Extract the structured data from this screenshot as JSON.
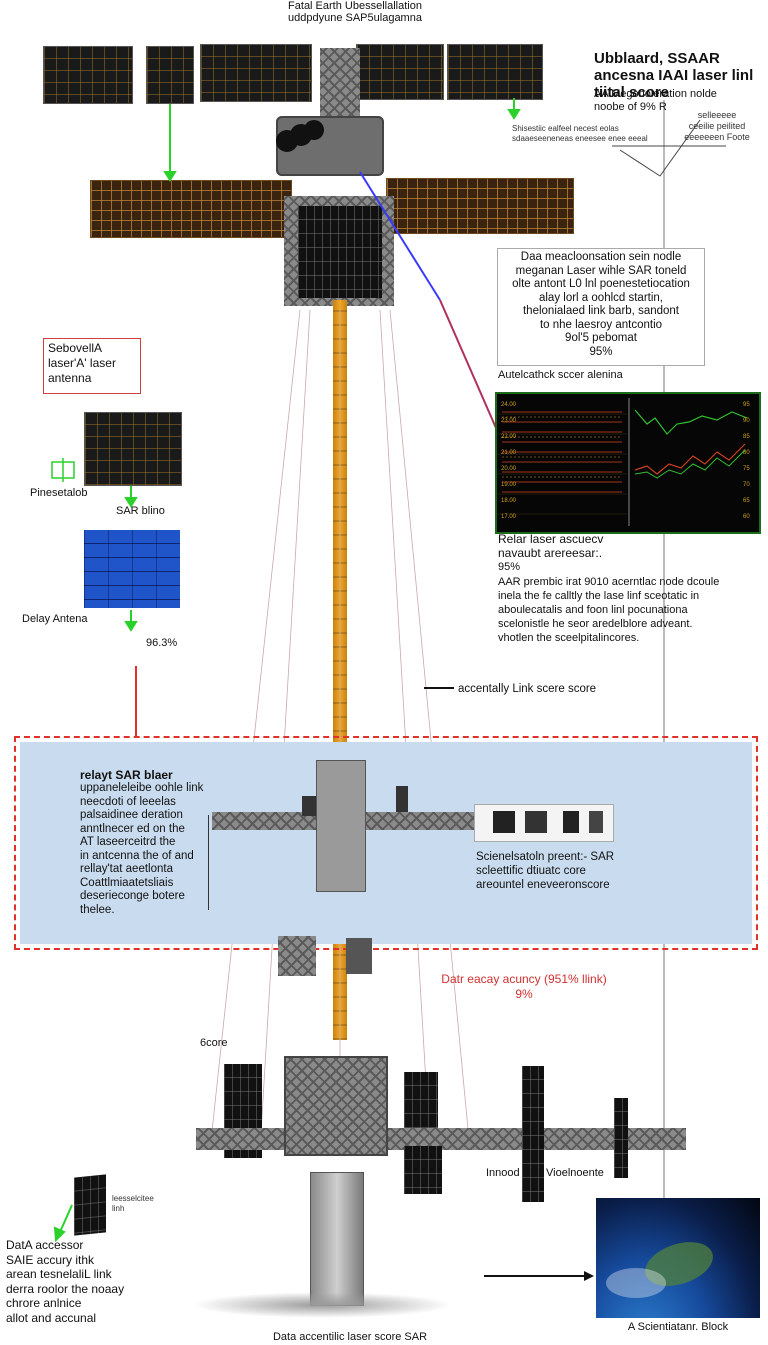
{
  "diagram": {
    "top_title": "Fatal Earth Ubessellallation\nuddpdyune SAP5ulagamna",
    "right_header": {
      "title": "Ubblaard, SSAAR ancesna\nIAAI laser linl tiital score",
      "sub": "AA Megonoleration nolde\nnoobe of 9% R"
    },
    "top_mid_notes": "Shisestiic ealfeel necest eolas\nsdaaeseeneneas eneesee enee eeeal",
    "top_right_notes": "selleeeee\nceeilie peilited\neeeeeeen Foote",
    "right_textbox": "Daa meacloonsation sein nodle\nmeganan Laser wihle SAR toneld\nolte antont L0 lnl poenestetiocation\nalay lorl a oohlcd startin,\nthelonialaed link barb, sandont\nto nhe laesroy antcontio\n9ol'5 pebomat\n95%",
    "chart_caption": "Autelcathck sccer alenina",
    "chart_tick_labels_left": [
      "24.00",
      "23.00",
      "22.00",
      "21.00",
      "20.00",
      "19.00",
      "18.00",
      "17.00"
    ],
    "chart_tick_labels_right": [
      "95",
      "90",
      "85",
      "80",
      "75",
      "70",
      "65",
      "60"
    ],
    "relay_block": {
      "title": "Relar laser ascuecv\nnavaubt arereesar:.",
      "pct": "95%",
      "body": "AAR prembic irat 9010 acerntlac node dcoule\ninela the fe calltly the lase linf sceotatic in\naboulecatalis and foon linl pocunationa\nscelonistle he seor aredelblore adveant.\nvhotlen the sceelpitalincores."
    },
    "left_label_box": "SebovellA\nlaser'A' laser\nantenna",
    "left_label_under_panel": "Pinesetalob",
    "sar_label": "SAR blino",
    "delay_label": "Delay Antena",
    "left_pct": "96.3%",
    "accent_label": "accentally Link scere score",
    "band_left": {
      "title": "relayt SAR blaer",
      "body": "uppaneleleibe oohle link\nneecdoti of leeelas\npalsaidinee deration\nanntlnecer ed on the\nAT laseerceitrd the\nin antcenna the of and\nrellay'tat aeetlonta\nCoattlmiaatetsliais\ndeserieconge botere\nthelee."
    },
    "band_right": "Scienelsatoln preent:- SAR\nscleettific dtiuatc core\nareountel eneveeronscore",
    "red_caption": "Datr eacay acuncy (951% llink)\n9%",
    "score_label": "6core",
    "bottom_labels": {
      "inncod": "Innood",
      "viod": "Vioelnoente"
    },
    "small_module_label": "leesselcitee\nlinh",
    "bottom_left_block": "DatA accessor\nSAIE accury ithk\narean tesnelaliL link\nderra roolor the noaay\nchrore anlnice\nallot and accunal",
    "bottom_caption": "Data accentilic laser score SAR",
    "earth_caption": "A Scientiatanr. Block"
  },
  "colors": {
    "band_blue": "#c9dcef",
    "dashed_red": "#e0302a",
    "mast_orange": "#f0a52a",
    "arrow_green": "#2bd12b",
    "blue_panel": "#1f55c8"
  }
}
